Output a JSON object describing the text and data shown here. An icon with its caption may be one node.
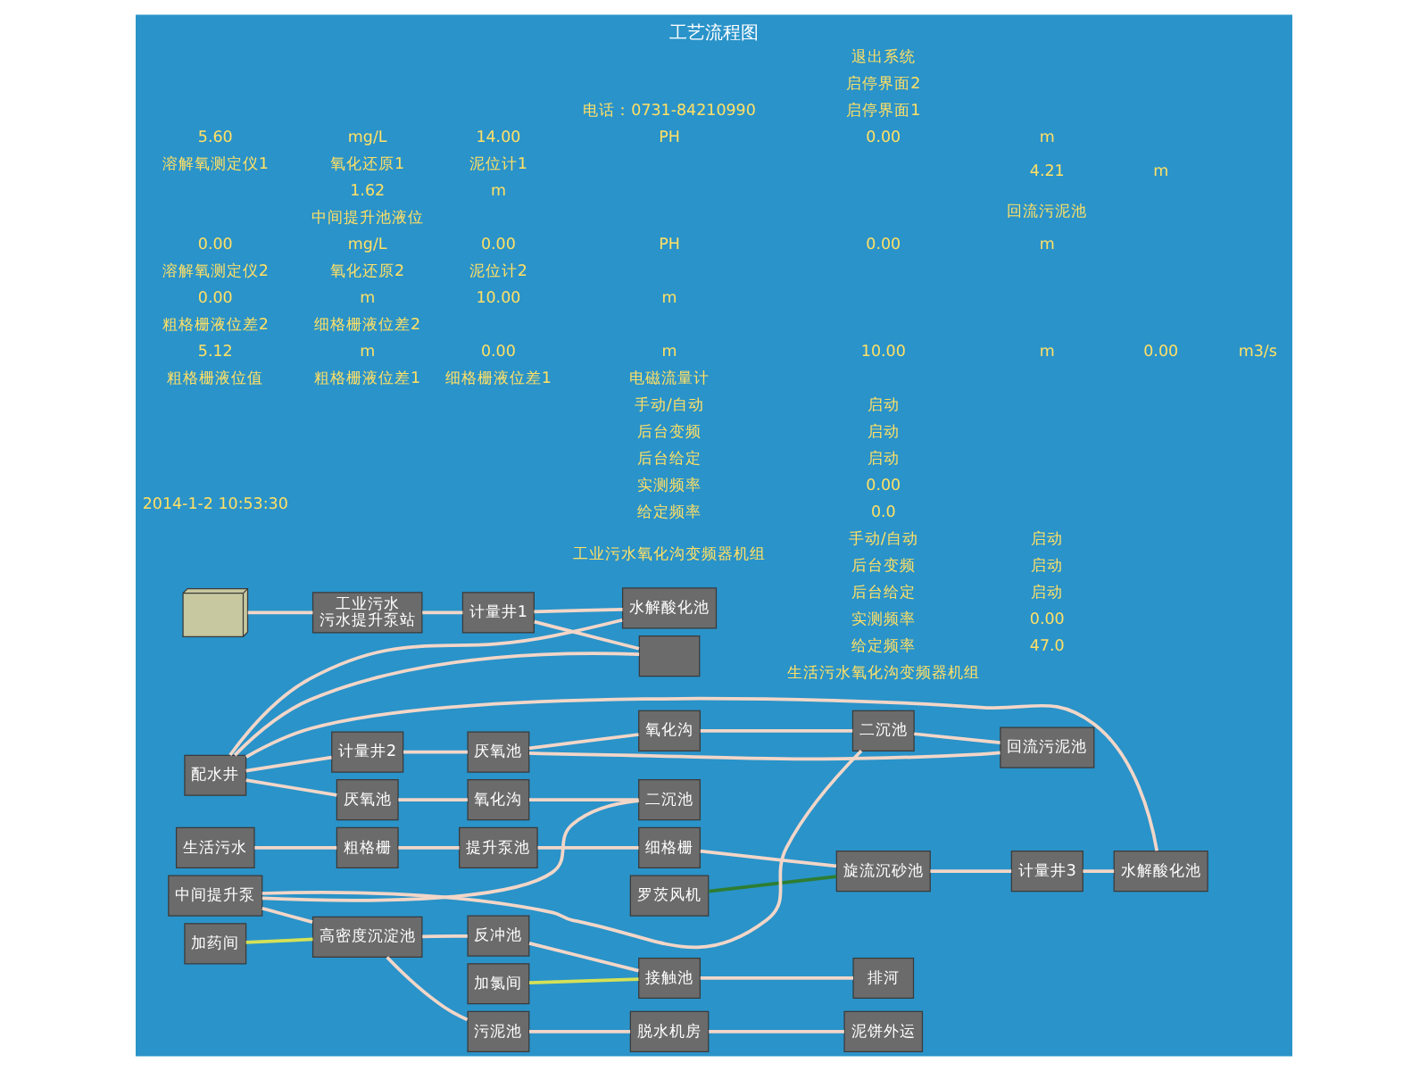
{
  "diagram": {
    "title": "工艺流程图",
    "nodes": [
      {
        "text": [],
        "shape": "picture"
      },
      {
        "text": [
          "工业污水",
          "污水提升泵站"
        ]
      },
      {
        "text": [
          "计量井1"
        ]
      },
      {
        "text": [
          "水解酸化池"
        ]
      },
      {
        "text": [],
        "shape": "box"
      },
      {
        "text": [
          "生活污水"
        ]
      },
      {
        "text": [
          "粗格栅"
        ]
      },
      {
        "text": [
          "提升泵池"
        ]
      },
      {
        "text": [
          "细格栅"
        ]
      },
      {
        "text": [
          "旋流沉砂池"
        ]
      },
      {
        "text": [
          "罗茨风机"
        ]
      },
      {
        "text": [
          "计量井3"
        ]
      },
      {
        "text": [
          "水解酸化池"
        ]
      },
      {
        "text": [
          "配水井"
        ]
      },
      {
        "text": [
          "计量井2"
        ]
      },
      {
        "text": [
          "厌氧池"
        ]
      },
      {
        "text": [
          "氧化沟"
        ]
      },
      {
        "text": [
          "二沉池"
        ]
      },
      {
        "text": [
          "回流污泥池"
        ]
      },
      {
        "text": [
          "厌氧池"
        ]
      },
      {
        "text": [
          "氧化沟"
        ]
      },
      {
        "text": [
          "二沉池"
        ]
      },
      {
        "text": [
          "中间提升泵"
        ]
      },
      {
        "text": [
          "高密度沉淀池"
        ]
      },
      {
        "text": [
          "加药间"
        ]
      },
      {
        "text": [
          "加氯间"
        ]
      },
      {
        "text": [
          "反冲池"
        ]
      },
      {
        "text": [
          "接触池"
        ]
      },
      {
        "text": [
          "排河"
        ]
      },
      {
        "text": [
          "污泥池"
        ]
      },
      {
        "text": [
          "脱水机房"
        ]
      },
      {
        "text": [
          "泥饼外运"
        ]
      }
    ],
    "edges": [
      {
        "from": 0,
        "to": 1,
        "arrow": "none"
      },
      {
        "from": 1,
        "to": 2,
        "arrow": "none"
      },
      {
        "from": 2,
        "to": 3,
        "arrow": "none"
      },
      {
        "from": 2,
        "to": 4,
        "arrow": "none"
      },
      {
        "from": 3,
        "to": 13,
        "arrow": "none"
      },
      {
        "from": 4,
        "to": 13,
        "arrow": "none"
      },
      {
        "from": 5,
        "to": 6,
        "arrow": "none"
      },
      {
        "from": 6,
        "to": 7,
        "arrow": "none"
      },
      {
        "from": 7,
        "to": 8,
        "arrow": "none"
      },
      {
        "from": 8,
        "to": 9,
        "arrow": "none"
      },
      {
        "from": 10,
        "to": 9,
        "arrow": "none",
        "color": "#2e7d32"
      },
      {
        "from": 9,
        "to": 11,
        "arrow": "none"
      },
      {
        "from": 11,
        "to": 12,
        "arrow": "none"
      },
      {
        "from": 12,
        "to": 13,
        "arrow": "none"
      },
      {
        "from": 13,
        "to": 14,
        "arrow": "none"
      },
      {
        "from": 14,
        "to": 15,
        "arrow": "none"
      },
      {
        "from": 13,
        "to": 19,
        "arrow": "none"
      },
      {
        "from": 15,
        "to": 16,
        "arrow": "none"
      },
      {
        "from": 16,
        "to": 17,
        "arrow": "none"
      },
      {
        "from": 19,
        "to": 20,
        "arrow": "none"
      },
      {
        "from": 20,
        "to": 21,
        "arrow": "none"
      },
      {
        "from": 17,
        "to": 18,
        "arrow": "none"
      },
      {
        "from": 18,
        "to": 15,
        "arrow": "none"
      },
      {
        "from": 17,
        "to": 22,
        "arrow": "none"
      },
      {
        "from": 21,
        "to": 22,
        "arrow": "none"
      },
      {
        "from": 22,
        "to": 23,
        "arrow": "none"
      },
      {
        "from": 24,
        "to": 23,
        "arrow": "none",
        "color": "#d4e157"
      },
      {
        "from": 25,
        "to": 27,
        "arrow": "none",
        "color": "#d4e157"
      },
      {
        "from": 23,
        "to": 26,
        "arrow": "none"
      },
      {
        "from": 26,
        "to": 27,
        "arrow": "none"
      },
      {
        "from": 27,
        "to": 28,
        "arrow": "none"
      },
      {
        "from": 23,
        "to": 29,
        "arrow": "none"
      },
      {
        "from": 29,
        "to": 30,
        "arrow": "none"
      },
      {
        "from": 30,
        "to": 31,
        "arrow": "none"
      }
    ],
    "labels": [
      "2014-1-2 10:53:30",
      "生活污水氧化沟变频器机组",
      "给定频率",
      "47.0",
      "实测频率",
      "0.00",
      "后台给定",
      "启动",
      "后台变频",
      "启动",
      "手动/自动",
      "启动",
      "工业污水氧化沟变频器机组",
      "给定频率",
      "0.0",
      "实测频率",
      "0.00",
      "后台给定",
      "启动",
      "后台变频",
      "启动",
      "手动/自动",
      "启动",
      "粗格栅液位值",
      "粗格栅液位差1",
      "细格栅液位差1",
      "电磁流量计",
      "5.12",
      "m",
      "0.00",
      "m",
      "10.00",
      "m",
      "0.00",
      "m3/s",
      "粗格栅液位差2",
      "细格栅液位差2",
      "0.00",
      "m",
      "10.00",
      "m",
      "溶解氧测定仪2",
      "氧化还原2",
      "泥位计2",
      "0.00",
      "mg/L",
      "0.00",
      "PH",
      "0.00",
      "m",
      "回流污泥池",
      "4.21",
      "m",
      "中间提升池液位",
      "1.62",
      "m",
      "溶解氧测定仪1",
      "氧化还原1",
      "泥位计1",
      "5.60",
      "mg/L",
      "14.00",
      "PH",
      "0.00",
      "m",
      "启停界面1",
      "启停界面2",
      "退出系统",
      "电话：0731-84210990"
    ]
  }
}
